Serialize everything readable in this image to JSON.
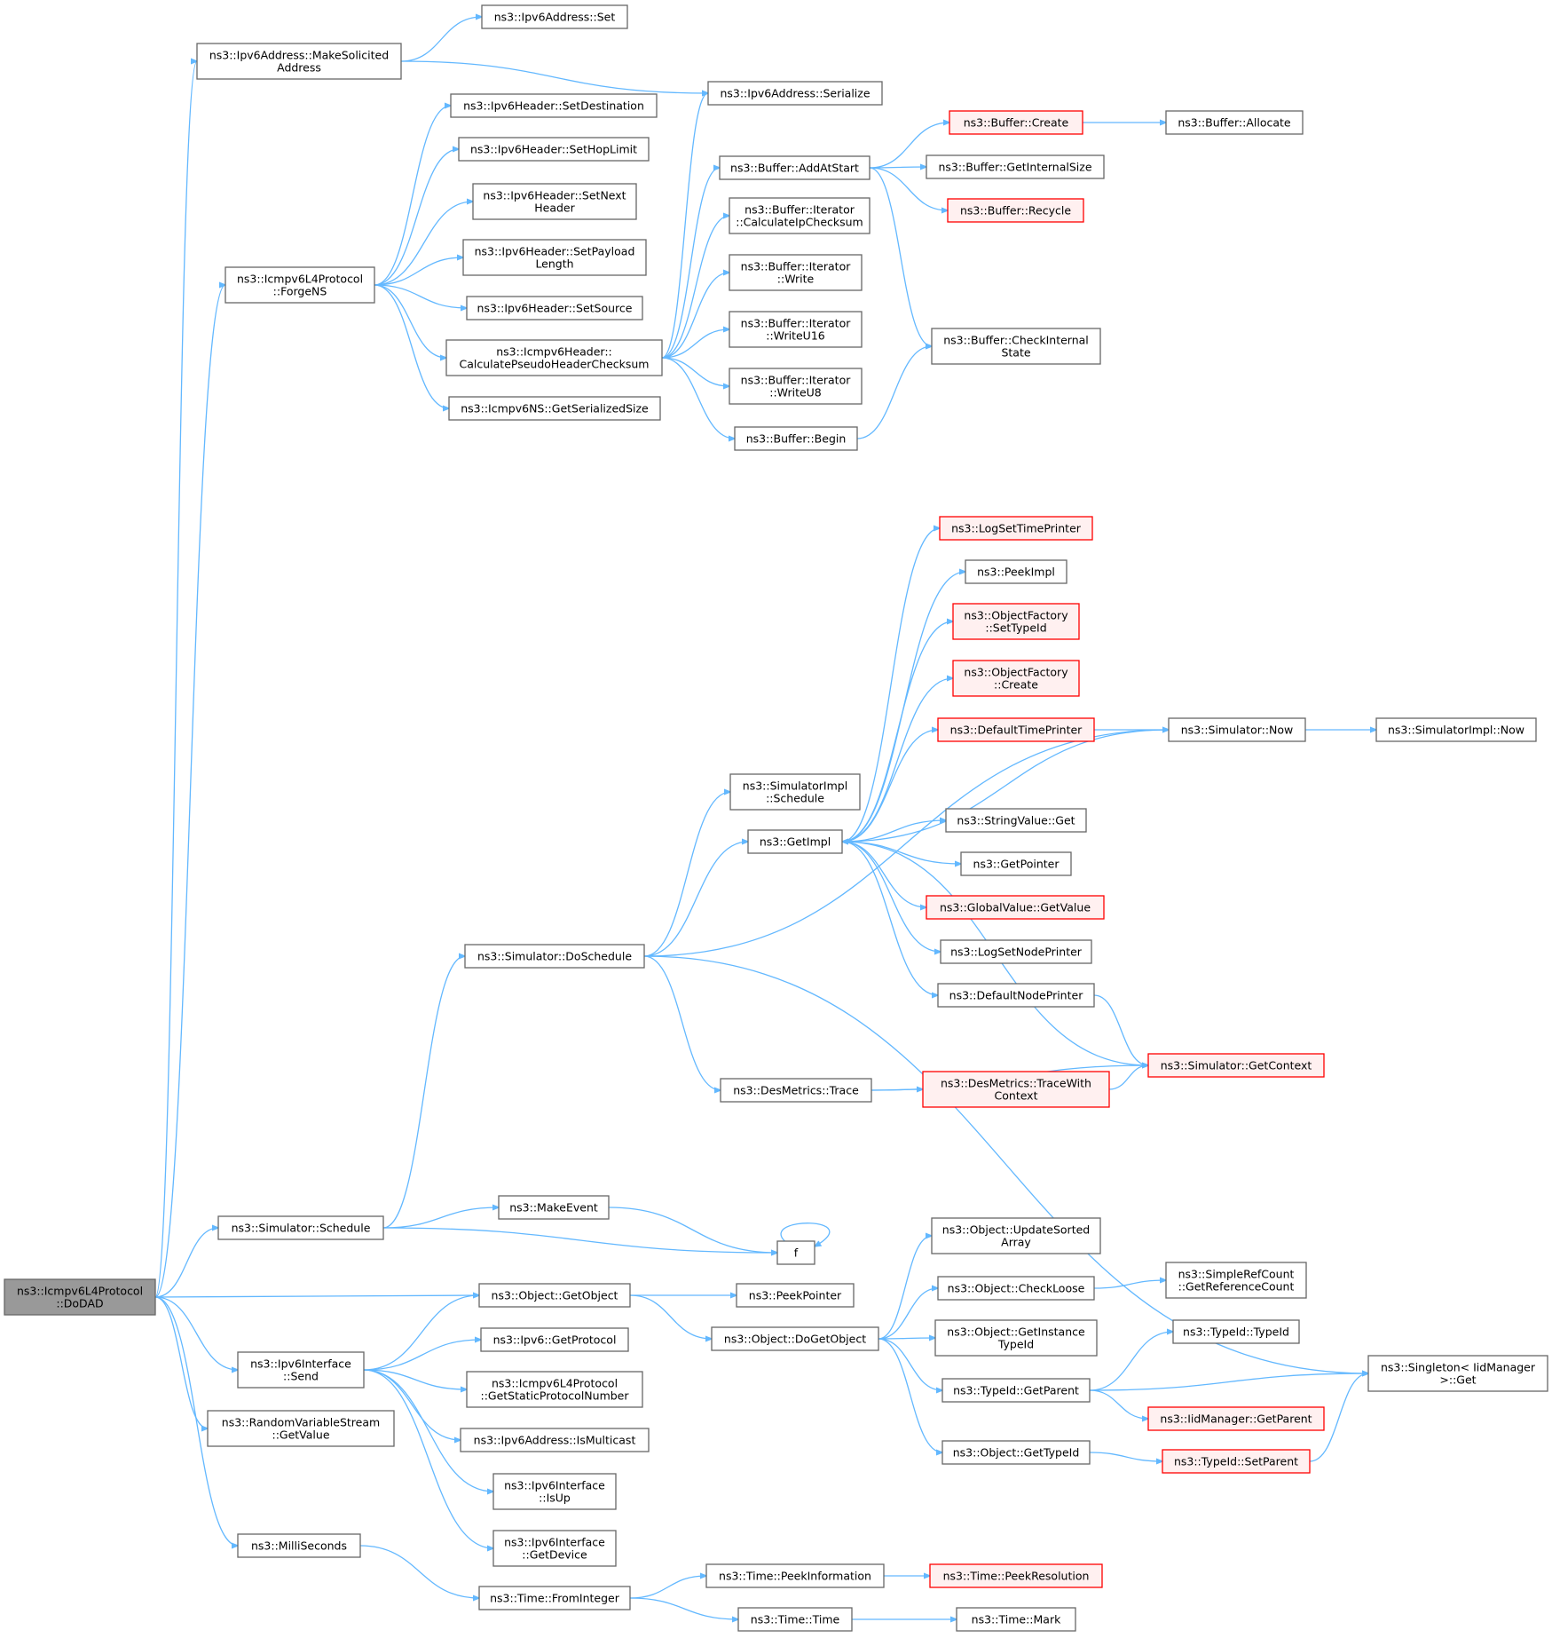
{
  "colors": {
    "edge": "#63b8ff",
    "node_border": "#666666",
    "node_fill": "#ffffff",
    "focus_fill": "#999999",
    "incomplete_border": "#ff0000",
    "incomplete_fill": "#fff0f0"
  },
  "nodes": [
    {
      "id": "dodad",
      "lines": [
        "ns3::Icmpv6L4Protocol",
        "::DoDAD"
      ],
      "style": "focus"
    },
    {
      "id": "makesolicited",
      "lines": [
        "ns3::Ipv6Address::MakeSolicited",
        "Address"
      ],
      "style": "normal"
    },
    {
      "id": "ipv6addrset",
      "lines": [
        "ns3::Ipv6Address::Set"
      ],
      "style": "normal"
    },
    {
      "id": "ipv6addrserialize",
      "lines": [
        "ns3::Ipv6Address::Serialize"
      ],
      "style": "normal"
    },
    {
      "id": "setdestination",
      "lines": [
        "ns3::Ipv6Header::SetDestination"
      ],
      "style": "normal"
    },
    {
      "id": "sethoplimit",
      "lines": [
        "ns3::Ipv6Header::SetHopLimit"
      ],
      "style": "normal"
    },
    {
      "id": "setnextheader",
      "lines": [
        "ns3::Ipv6Header::SetNext",
        "Header"
      ],
      "style": "normal"
    },
    {
      "id": "setpayload",
      "lines": [
        "ns3::Ipv6Header::SetPayload",
        "Length"
      ],
      "style": "normal"
    },
    {
      "id": "setsource",
      "lines": [
        "ns3::Ipv6Header::SetSource"
      ],
      "style": "normal"
    },
    {
      "id": "forgens",
      "lines": [
        "ns3::Icmpv6L4Protocol",
        "::ForgeNS"
      ],
      "style": "normal"
    },
    {
      "id": "pseudochecksum",
      "lines": [
        "ns3::Icmpv6Header::",
        "CalculatePseudoHeaderChecksum"
      ],
      "style": "normal"
    },
    {
      "id": "nsgetsize",
      "lines": [
        "ns3::Icmpv6NS::GetSerializedSize"
      ],
      "style": "normal"
    },
    {
      "id": "addatstart",
      "lines": [
        "ns3::Buffer::AddAtStart"
      ],
      "style": "normal"
    },
    {
      "id": "calcipchecksum",
      "lines": [
        "ns3::Buffer::Iterator",
        "::CalculateIpChecksum"
      ],
      "style": "normal"
    },
    {
      "id": "itwrite",
      "lines": [
        "ns3::Buffer::Iterator",
        "::Write"
      ],
      "style": "normal"
    },
    {
      "id": "itwriteu16",
      "lines": [
        "ns3::Buffer::Iterator",
        "::WriteU16"
      ],
      "style": "normal"
    },
    {
      "id": "itwriteu8",
      "lines": [
        "ns3::Buffer::Iterator",
        "::WriteU8"
      ],
      "style": "normal"
    },
    {
      "id": "bufbegin",
      "lines": [
        "ns3::Buffer::Begin"
      ],
      "style": "normal"
    },
    {
      "id": "bufcreate",
      "lines": [
        "ns3::Buffer::Create"
      ],
      "style": "incomplete"
    },
    {
      "id": "bufallocate",
      "lines": [
        "ns3::Buffer::Allocate"
      ],
      "style": "normal"
    },
    {
      "id": "bufinternalsize",
      "lines": [
        "ns3::Buffer::GetInternalSize"
      ],
      "style": "normal"
    },
    {
      "id": "bufrecycle",
      "lines": [
        "ns3::Buffer::Recycle"
      ],
      "style": "incomplete"
    },
    {
      "id": "bufcheckinternal",
      "lines": [
        "ns3::Buffer::CheckInternal",
        "State"
      ],
      "style": "normal"
    },
    {
      "id": "logsettimeprinter",
      "lines": [
        "ns3::LogSetTimePrinter"
      ],
      "style": "incomplete"
    },
    {
      "id": "peekimpl",
      "lines": [
        "ns3::PeekImpl"
      ],
      "style": "normal"
    },
    {
      "id": "ofsettypeid",
      "lines": [
        "ns3::ObjectFactory",
        "::SetTypeId"
      ],
      "style": "incomplete"
    },
    {
      "id": "ofcreate",
      "lines": [
        "ns3::ObjectFactory",
        "::Create"
      ],
      "style": "incomplete"
    },
    {
      "id": "defaulttimeprinter",
      "lines": [
        "ns3::DefaultTimePrinter"
      ],
      "style": "incomplete"
    },
    {
      "id": "simnow",
      "lines": [
        "ns3::Simulator::Now"
      ],
      "style": "normal"
    },
    {
      "id": "simimplnow",
      "lines": [
        "ns3::SimulatorImpl::Now"
      ],
      "style": "normal"
    },
    {
      "id": "simimplschedule",
      "lines": [
        "ns3::SimulatorImpl",
        "::Schedule"
      ],
      "style": "normal"
    },
    {
      "id": "getimpl",
      "lines": [
        "ns3::GetImpl"
      ],
      "style": "normal"
    },
    {
      "id": "stringvalueget",
      "lines": [
        "ns3::StringValue::Get"
      ],
      "style": "normal"
    },
    {
      "id": "getpointer",
      "lines": [
        "ns3::GetPointer"
      ],
      "style": "normal"
    },
    {
      "id": "globalvaluegetvalue",
      "lines": [
        "ns3::GlobalValue::GetValue"
      ],
      "style": "incomplete"
    },
    {
      "id": "logsetnodeprinter",
      "lines": [
        "ns3::LogSetNodePrinter"
      ],
      "style": "normal"
    },
    {
      "id": "defaultnodeprinter",
      "lines": [
        "ns3::DefaultNodePrinter"
      ],
      "style": "normal"
    },
    {
      "id": "doschedule",
      "lines": [
        "ns3::Simulator::DoSchedule"
      ],
      "style": "normal"
    },
    {
      "id": "simgetcontext",
      "lines": [
        "ns3::Simulator::GetContext"
      ],
      "style": "incomplete"
    },
    {
      "id": "desmetricstrace",
      "lines": [
        "ns3::DesMetrics::Trace"
      ],
      "style": "normal"
    },
    {
      "id": "tracewithcontext",
      "lines": [
        "ns3::DesMetrics::TraceWith",
        "Context"
      ],
      "style": "incomplete"
    },
    {
      "id": "simschedule",
      "lines": [
        "ns3::Simulator::Schedule"
      ],
      "style": "normal"
    },
    {
      "id": "makeevent",
      "lines": [
        "ns3::MakeEvent"
      ],
      "style": "normal"
    },
    {
      "id": "f",
      "lines": [
        "f"
      ],
      "style": "normal"
    },
    {
      "id": "getobject",
      "lines": [
        "ns3::Object::GetObject"
      ],
      "style": "normal"
    },
    {
      "id": "peekpointer",
      "lines": [
        "ns3::PeekPointer"
      ],
      "style": "normal"
    },
    {
      "id": "dogetobject",
      "lines": [
        "ns3::Object::DoGetObject"
      ],
      "style": "normal"
    },
    {
      "id": "updatesorted",
      "lines": [
        "ns3::Object::UpdateSorted",
        "Array"
      ],
      "style": "normal"
    },
    {
      "id": "checkloose",
      "lines": [
        "ns3::Object::CheckLoose"
      ],
      "style": "normal"
    },
    {
      "id": "getrefcount",
      "lines": [
        "ns3::SimpleRefCount",
        "::GetReferenceCount"
      ],
      "style": "normal"
    },
    {
      "id": "getinstancetypeid",
      "lines": [
        "ns3::Object::GetInstance",
        "TypeId"
      ],
      "style": "normal"
    },
    {
      "id": "typeidtypeid",
      "lines": [
        "ns3::TypeId::TypeId"
      ],
      "style": "normal"
    },
    {
      "id": "typeidgetparent",
      "lines": [
        "ns3::TypeId::GetParent"
      ],
      "style": "normal"
    },
    {
      "id": "singletonget",
      "lines": [
        "ns3::Singleton< IidManager",
        " >::Get"
      ],
      "style": "normal"
    },
    {
      "id": "iidmanagergetparent",
      "lines": [
        "ns3::IidManager::GetParent"
      ],
      "style": "incomplete"
    },
    {
      "id": "objgettypeid",
      "lines": [
        "ns3::Object::GetTypeId"
      ],
      "style": "normal"
    },
    {
      "id": "typeidsetparent",
      "lines": [
        "ns3::TypeId::SetParent"
      ],
      "style": "incomplete"
    },
    {
      "id": "ipv6ifsend",
      "lines": [
        "ns3::Ipv6Interface",
        "::Send"
      ],
      "style": "normal"
    },
    {
      "id": "ipv6getprotocol",
      "lines": [
        "ns3::Ipv6::GetProtocol"
      ],
      "style": "normal"
    },
    {
      "id": "getstaticprotonum",
      "lines": [
        "ns3::Icmpv6L4Protocol",
        "::GetStaticProtocolNumber"
      ],
      "style": "normal"
    },
    {
      "id": "ismulticast",
      "lines": [
        "ns3::Ipv6Address::IsMulticast"
      ],
      "style": "normal"
    },
    {
      "id": "ipv6ifisup",
      "lines": [
        "ns3::Ipv6Interface",
        "::IsUp"
      ],
      "style": "normal"
    },
    {
      "id": "ipv6ifgetdevice",
      "lines": [
        "ns3::Ipv6Interface",
        "::GetDevice"
      ],
      "style": "normal"
    },
    {
      "id": "rvsgetvalue",
      "lines": [
        "ns3::RandomVariableStream",
        "::GetValue"
      ],
      "style": "normal"
    },
    {
      "id": "milliseconds",
      "lines": [
        "ns3::MilliSeconds"
      ],
      "style": "normal"
    },
    {
      "id": "fromint",
      "lines": [
        "ns3::Time::FromInteger"
      ],
      "style": "normal"
    },
    {
      "id": "peekinfo",
      "lines": [
        "ns3::Time::PeekInformation"
      ],
      "style": "normal"
    },
    {
      "id": "peekresolution",
      "lines": [
        "ns3::Time::PeekResolution"
      ],
      "style": "incomplete"
    },
    {
      "id": "timetime",
      "lines": [
        "ns3::Time::Time"
      ],
      "style": "normal"
    },
    {
      "id": "timemark",
      "lines": [
        "ns3::Time::Mark"
      ],
      "style": "normal"
    }
  ],
  "edges": [
    [
      "dodad",
      "makesolicited"
    ],
    [
      "dodad",
      "forgens"
    ],
    [
      "dodad",
      "simschedule"
    ],
    [
      "dodad",
      "getobject"
    ],
    [
      "dodad",
      "ipv6ifsend"
    ],
    [
      "dodad",
      "rvsgetvalue"
    ],
    [
      "dodad",
      "milliseconds"
    ],
    [
      "makesolicited",
      "ipv6addrset"
    ],
    [
      "makesolicited",
      "ipv6addrserialize"
    ],
    [
      "forgens",
      "setdestination"
    ],
    [
      "forgens",
      "sethoplimit"
    ],
    [
      "forgens",
      "setnextheader"
    ],
    [
      "forgens",
      "setpayload"
    ],
    [
      "forgens",
      "setsource"
    ],
    [
      "forgens",
      "pseudochecksum"
    ],
    [
      "forgens",
      "nsgetsize"
    ],
    [
      "pseudochecksum",
      "ipv6addrserialize"
    ],
    [
      "pseudochecksum",
      "addatstart"
    ],
    [
      "pseudochecksum",
      "calcipchecksum"
    ],
    [
      "pseudochecksum",
      "itwrite"
    ],
    [
      "pseudochecksum",
      "itwriteu16"
    ],
    [
      "pseudochecksum",
      "itwriteu8"
    ],
    [
      "pseudochecksum",
      "bufbegin"
    ],
    [
      "addatstart",
      "bufcreate"
    ],
    [
      "addatstart",
      "bufinternalsize"
    ],
    [
      "addatstart",
      "bufrecycle"
    ],
    [
      "addatstart",
      "bufcheckinternal"
    ],
    [
      "bufcreate",
      "bufallocate"
    ],
    [
      "bufbegin",
      "bufcheckinternal"
    ],
    [
      "simschedule",
      "doschedule"
    ],
    [
      "simschedule",
      "makeevent"
    ],
    [
      "simschedule",
      "f"
    ],
    [
      "makeevent",
      "f"
    ],
    [
      "f",
      "f"
    ],
    [
      "doschedule",
      "simnow"
    ],
    [
      "doschedule",
      "simimplschedule"
    ],
    [
      "doschedule",
      "getimpl"
    ],
    [
      "doschedule",
      "desmetricstrace"
    ],
    [
      "doschedule",
      "singletonget"
    ],
    [
      "getimpl",
      "logsettimeprinter"
    ],
    [
      "getimpl",
      "peekimpl"
    ],
    [
      "getimpl",
      "ofsettypeid"
    ],
    [
      "getimpl",
      "ofcreate"
    ],
    [
      "getimpl",
      "defaulttimeprinter"
    ],
    [
      "getimpl",
      "stringvalueget"
    ],
    [
      "getimpl",
      "getpointer"
    ],
    [
      "getimpl",
      "globalvaluegetvalue"
    ],
    [
      "getimpl",
      "logsetnodeprinter"
    ],
    [
      "getimpl",
      "defaultnodeprinter"
    ],
    [
      "defaulttimeprinter",
      "simnow"
    ],
    [
      "simnow",
      "simimplnow"
    ],
    [
      "simnow",
      "getimpl"
    ],
    [
      "defaultnodeprinter",
      "simgetcontext"
    ],
    [
      "simgetcontext",
      "getimpl"
    ],
    [
      "desmetricstrace",
      "tracewithcontext"
    ],
    [
      "desmetricstrace",
      "simgetcontext"
    ],
    [
      "tracewithcontext",
      "simgetcontext"
    ],
    [
      "getobject",
      "peekpointer"
    ],
    [
      "getobject",
      "dogetobject"
    ],
    [
      "dogetobject",
      "updatesorted"
    ],
    [
      "dogetobject",
      "checkloose"
    ],
    [
      "dogetobject",
      "getinstancetypeid"
    ],
    [
      "dogetobject",
      "typeidgetparent"
    ],
    [
      "dogetobject",
      "objgettypeid"
    ],
    [
      "checkloose",
      "getrefcount"
    ],
    [
      "typeidgetparent",
      "typeidtypeid"
    ],
    [
      "typeidgetparent",
      "singletonget"
    ],
    [
      "typeidgetparent",
      "iidmanagergetparent"
    ],
    [
      "objgettypeid",
      "typeidsetparent"
    ],
    [
      "typeidsetparent",
      "singletonget"
    ],
    [
      "ipv6ifsend",
      "getobject"
    ],
    [
      "ipv6ifsend",
      "ipv6getprotocol"
    ],
    [
      "ipv6ifsend",
      "getstaticprotonum"
    ],
    [
      "ipv6ifsend",
      "ismulticast"
    ],
    [
      "ipv6ifsend",
      "ipv6ifisup"
    ],
    [
      "ipv6ifsend",
      "ipv6ifgetdevice"
    ],
    [
      "milliseconds",
      "fromint"
    ],
    [
      "fromint",
      "peekinfo"
    ],
    [
      "fromint",
      "timetime"
    ],
    [
      "peekinfo",
      "peekresolution"
    ],
    [
      "timetime",
      "timemark"
    ]
  ]
}
